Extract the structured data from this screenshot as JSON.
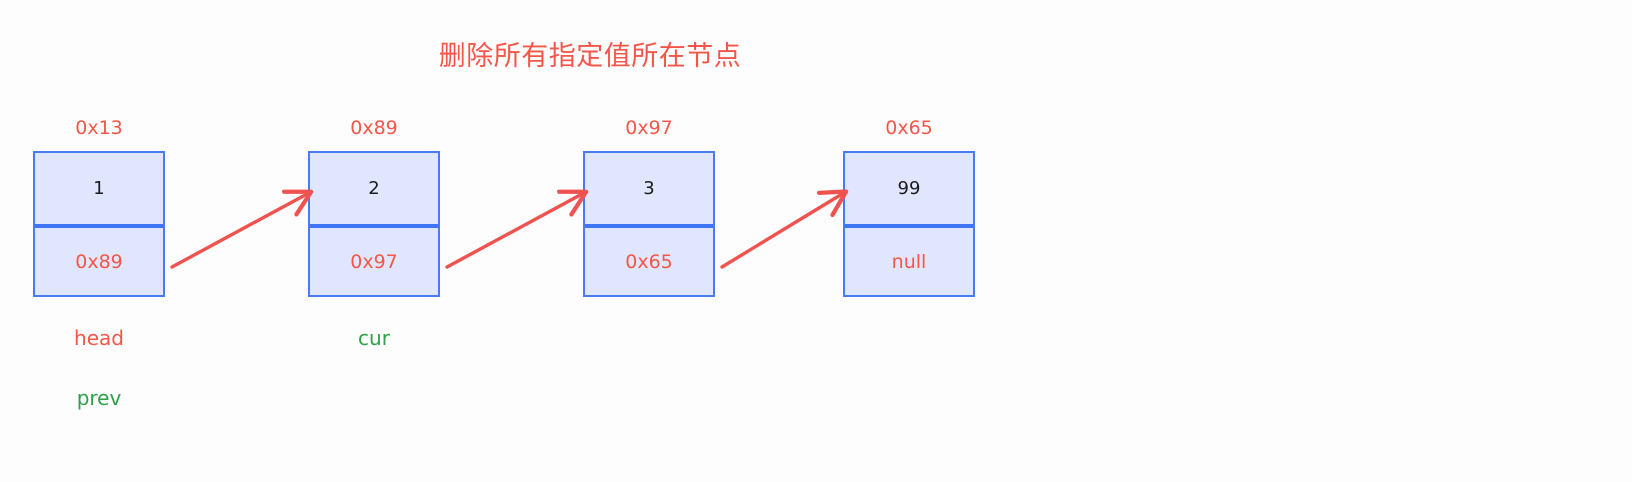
{
  "title": "删除所有指定值所在节点",
  "colors": {
    "title": "#f4564a",
    "node_border": "#4a7bf7",
    "node_fill": "#dfe6fd",
    "divider": "#3f75f5",
    "value_text": "#1b1b1b",
    "pointer_text": "#f4564a",
    "address_text": "#f4564a",
    "head_label": "#f4564a",
    "green_label": "#2fa04a",
    "arrow": "#ef5350",
    "background": "#fdfdfd"
  },
  "nodes": [
    {
      "address": "0x13",
      "value": "1",
      "next": "0x89",
      "labels": [
        {
          "text": "head",
          "color_role": "head_label"
        },
        {
          "text": "prev",
          "color_role": "green_label"
        }
      ]
    },
    {
      "address": "0x89",
      "value": "2",
      "next": "0x97",
      "labels": [
        {
          "text": "cur",
          "color_role": "green_label"
        }
      ]
    },
    {
      "address": "0x97",
      "value": "3",
      "next": "0x65",
      "labels": []
    },
    {
      "address": "0x65",
      "value": "99",
      "next": "null",
      "labels": []
    }
  ],
  "arrows": [
    {
      "from_node": "0x13",
      "to_node": "0x89",
      "name": "arrow-node1-to-node2"
    },
    {
      "from_node": "0x89",
      "to_node": "0x97",
      "name": "arrow-node2-to-node3"
    },
    {
      "from_node": "0x97",
      "to_node": "0x65",
      "name": "arrow-node3-to-node4"
    }
  ]
}
